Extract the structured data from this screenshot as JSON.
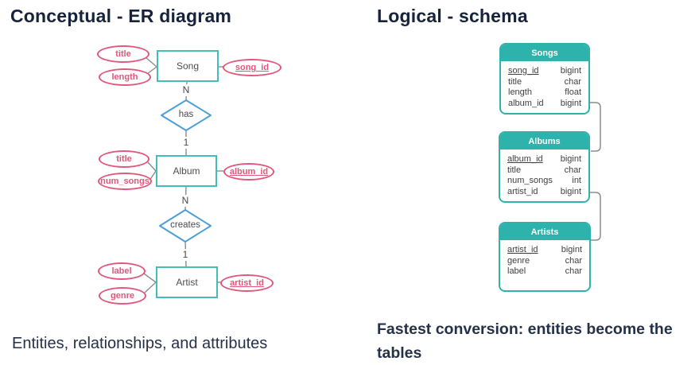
{
  "colors": {
    "heading": "#16233a",
    "entity_teal": "#42bdb9",
    "table_teal": "#2db3ab",
    "attribute_pink": "#e0577a",
    "relationship_blue": "#4a9fd8",
    "line_gray": "#8c8c8c"
  },
  "left_panel": {
    "title": "Conceptual - ER diagram",
    "caption": "Entities, relationships, and attributes",
    "entities": {
      "song": "Song",
      "album": "Album",
      "artist": "Artist"
    },
    "attributes": {
      "song_title": "title",
      "song_length": "length",
      "song_id": "song_id",
      "album_title": "title",
      "album_num_songs": "num_songs",
      "album_id": "album_id",
      "artist_label": "label",
      "artist_genre": "genre",
      "artist_id": "artist_id"
    },
    "relationships": {
      "has": "has",
      "creates": "creates"
    },
    "cardinalities": {
      "song_n": "N",
      "has_one": "1",
      "album_n": "N",
      "creates_one": "1"
    }
  },
  "right_panel": {
    "title": "Logical - schema",
    "caption": "Fastest conversion: entities become the tables",
    "tables": [
      {
        "name": "Songs",
        "columns": [
          {
            "name": "song_id",
            "type": "bigint",
            "pk": true
          },
          {
            "name": "title",
            "type": "char",
            "pk": false
          },
          {
            "name": "length",
            "type": "float",
            "pk": false
          },
          {
            "name": "album_id",
            "type": "bigint",
            "pk": false
          }
        ]
      },
      {
        "name": "Albums",
        "columns": [
          {
            "name": "album_id",
            "type": "bigint",
            "pk": true
          },
          {
            "name": "title",
            "type": "char",
            "pk": false
          },
          {
            "name": "num_songs",
            "type": "int",
            "pk": false
          },
          {
            "name": "artist_id",
            "type": "bigint",
            "pk": false
          }
        ]
      },
      {
        "name": "Artists",
        "columns": [
          {
            "name": "artist_id",
            "type": "bigint",
            "pk": true
          },
          {
            "name": "genre",
            "type": "char",
            "pk": false
          },
          {
            "name": "label",
            "type": "char",
            "pk": false
          }
        ]
      }
    ]
  }
}
